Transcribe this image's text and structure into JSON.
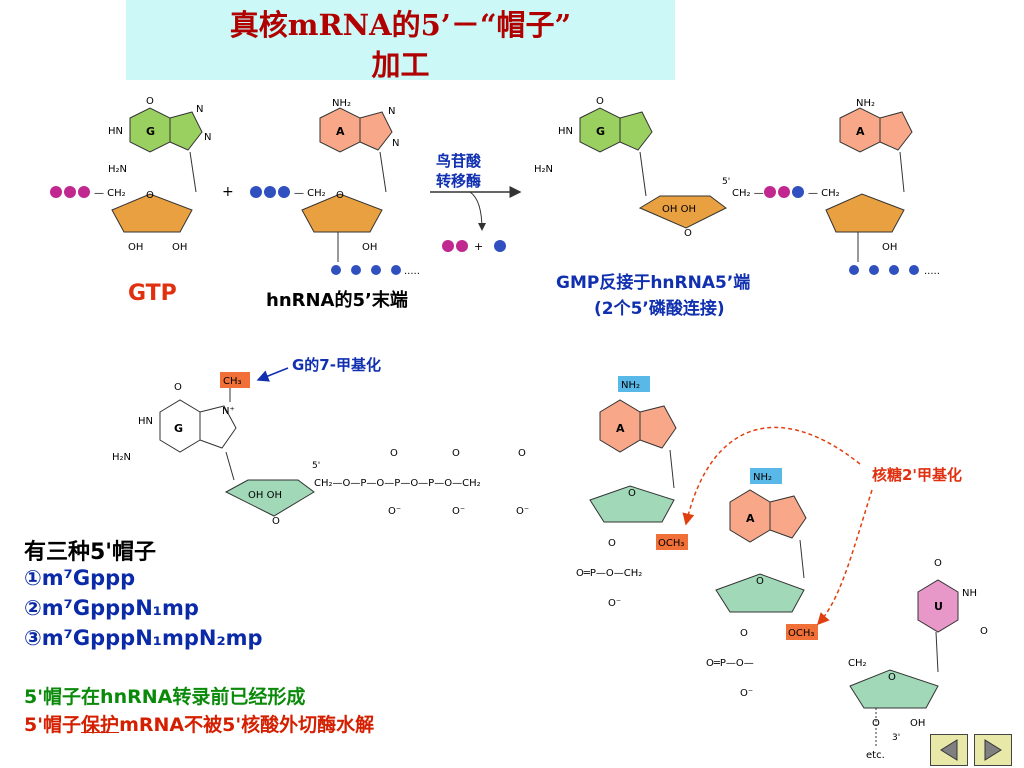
{
  "slide": {
    "title_line1": "真核mRNA的5’－“帽子”",
    "title_line2": "加工"
  },
  "reaction": {
    "gtp_label": "GTP",
    "hnrna_label": "hnRNA的5’末端",
    "enzyme_line1": "鸟苷酸",
    "enzyme_line2": "转移酶",
    "byproduct_ppi": "PP",
    "byproduct_pi": "P",
    "product_line1": "GMP反接于hnRNA5’端",
    "product_line2": "(2个5’磷酸连接)",
    "five_prime": "5'",
    "ppp_chain": "PPP",
    "chain_tail": "PNPNPNP....."
  },
  "cap_structure": {
    "methylation_g7": "G的7-甲基化",
    "methylation_ribose": "核糖2'甲基化",
    "ch3": "CH₃",
    "nh2": "NH₂",
    "och3": "OCH₃",
    "etc": "etc.",
    "three_prime": "3'"
  },
  "cap_types": {
    "heading": "有三种5'帽子",
    "items": [
      {
        "num": "①",
        "text": "m⁷Gppp"
      },
      {
        "num": "②",
        "text": "m⁷GpppN₁mp"
      },
      {
        "num": "③",
        "text": "m⁷GpppN₁mpN₂mp"
      }
    ]
  },
  "notes": {
    "green_line": "5'帽子在hnRNA转录前已经形成",
    "red_prefix": "5'帽子",
    "red_underlined": "保护",
    "red_suffix": "mRNA不被5'核酸外切酶水解"
  },
  "colors": {
    "guanine": "#9ad060",
    "adenine": "#f8a888",
    "uracil": "#e898c8",
    "ribose_top": "#e8a040",
    "ribose_bottom": "#a0d8b8",
    "methyl_box": "#f07038",
    "nh2_box": "#58b8e8"
  }
}
